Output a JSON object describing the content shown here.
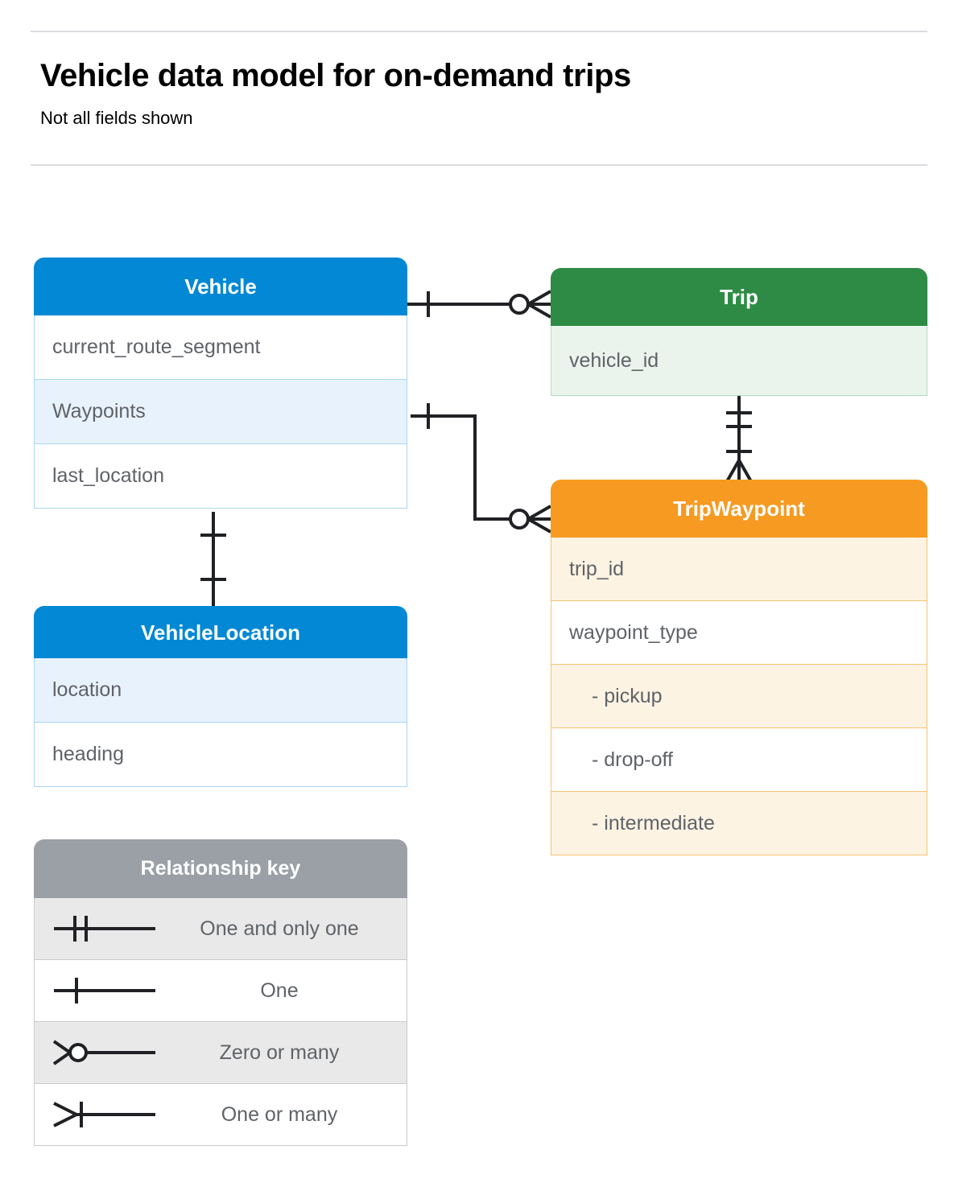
{
  "page": {
    "title": "Vehicle data model for on-demand trips",
    "subtitle": "Not all fields shown"
  },
  "colors": {
    "blue": "#0288d4",
    "blue_row_alt": "#e8f2fd",
    "blue_border": "#a9d6f5",
    "green": "#2e8b46",
    "green_row_alt": "#eaf4ed",
    "green_border": "#b3ddc0",
    "orange": "#f79a21",
    "orange_row_alt": "#fdf3e3",
    "orange_border": "#f7c272",
    "gray_header": "#9aa0a6",
    "gray_row_alt": "#e9e9e9",
    "text": "#5f6368",
    "rule": "#dadce0",
    "connector": "#202124"
  },
  "entities": [
    {
      "id": "vehicle",
      "name": "Vehicle",
      "theme": "blue",
      "fields": [
        {
          "label": "current_route_segment",
          "fill": "plain"
        },
        {
          "label": "Waypoints",
          "fill": "alt"
        },
        {
          "label": "last_location",
          "fill": "plain"
        }
      ]
    },
    {
      "id": "trip",
      "name": "Trip",
      "theme": "green",
      "fields": [
        {
          "label": "vehicle_id",
          "fill": "alt"
        }
      ]
    },
    {
      "id": "tripwaypoint",
      "name": "TripWaypoint",
      "theme": "orange",
      "fields": [
        {
          "label": "trip_id",
          "fill": "alt"
        },
        {
          "label": "waypoint_type",
          "fill": "plain"
        },
        {
          "label": "-  pickup",
          "fill": "alt",
          "indent": true
        },
        {
          "label": "-  drop-off",
          "fill": "plain",
          "indent": true
        },
        {
          "label": "-  intermediate",
          "fill": "alt",
          "indent": true
        }
      ]
    },
    {
      "id": "vehiclelocation",
      "name": "VehicleLocation",
      "theme": "blue",
      "fields": [
        {
          "label": "location",
          "fill": "alt"
        },
        {
          "label": "heading",
          "fill": "plain"
        }
      ]
    }
  ],
  "legend": {
    "title": "Relationship key",
    "rows": [
      {
        "symbol": "one-and-only-one",
        "label": "One and only one",
        "fill": "alt"
      },
      {
        "symbol": "one",
        "label": "One",
        "fill": "plain"
      },
      {
        "symbol": "zero-or-many",
        "label": "Zero or many",
        "fill": "alt"
      },
      {
        "symbol": "one-or-many",
        "label": "One or many",
        "fill": "plain"
      }
    ]
  },
  "relationships": [
    {
      "id": "vehicle-trip",
      "from": "Vehicle",
      "to": "Trip",
      "from_cardinality": "One",
      "to_cardinality": "Zero or many"
    },
    {
      "id": "vehicle-waypoints-tripwaypoint",
      "from": "Vehicle.Waypoints",
      "to": "TripWaypoint",
      "from_cardinality": "One",
      "to_cardinality": "Zero or many"
    },
    {
      "id": "trip-tripwaypoint",
      "from": "Trip",
      "to": "TripWaypoint",
      "from_cardinality": "One and only one",
      "to_cardinality": "One or many"
    },
    {
      "id": "vehicle-vehiclelocation",
      "from": "Vehicle",
      "to": "VehicleLocation",
      "from_cardinality": "One and only one",
      "to_cardinality": "One"
    }
  ]
}
